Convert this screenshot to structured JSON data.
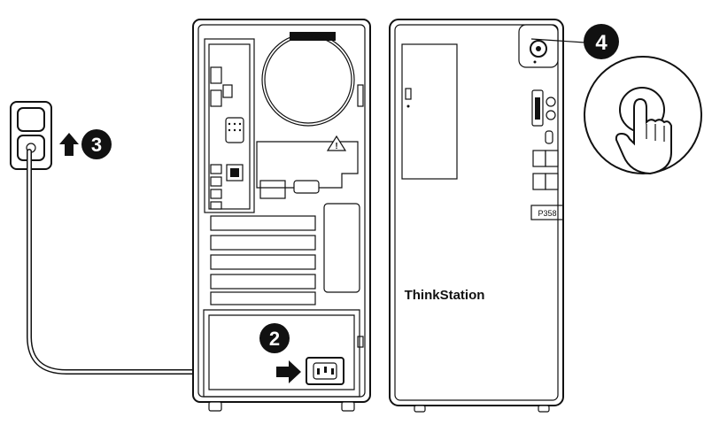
{
  "steps": {
    "step2": "2",
    "step3": "3",
    "step4": "4"
  },
  "front_panel": {
    "brand": "ThinkStation",
    "model": "P358"
  },
  "colors": {
    "line": "#111111",
    "background": "#ffffff",
    "badge": "#111111",
    "badge_text": "#ffffff"
  },
  "icons": [
    "wall-outlet-icon",
    "power-cord-icon",
    "arrow-up-icon",
    "arrow-right-icon",
    "power-button-icon",
    "finger-press-icon",
    "warning-icon"
  ]
}
